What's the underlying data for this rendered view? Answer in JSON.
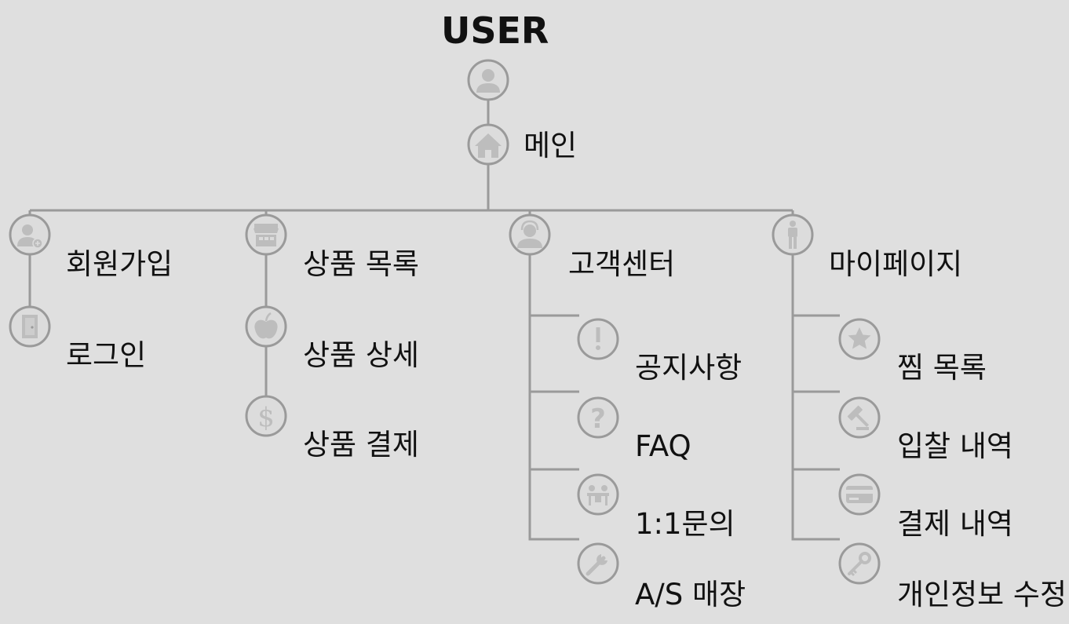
{
  "root": {
    "title": "USER",
    "icon": "user-icon"
  },
  "main": {
    "label": "메인",
    "icon": "home-icon"
  },
  "branches": [
    {
      "label": "회원가입",
      "icon": "user-add-icon",
      "children": [
        {
          "label": "로그인",
          "icon": "door-icon"
        }
      ]
    },
    {
      "label": "상품 목록",
      "icon": "store-icon",
      "children": [
        {
          "label": "상품 상세",
          "icon": "apple-icon"
        },
        {
          "label": "상품 결제",
          "icon": "dollar-icon"
        }
      ]
    },
    {
      "label": "고객센터",
      "icon": "support-agent-icon",
      "children": [
        {
          "label": "공지사항",
          "icon": "exclamation-icon"
        },
        {
          "label": "FAQ",
          "icon": "question-icon"
        },
        {
          "label": "1:1문의",
          "icon": "meeting-icon"
        },
        {
          "label": "A/S 매장",
          "icon": "wrench-icon"
        }
      ]
    },
    {
      "label": "마이페이지",
      "icon": "person-icon",
      "children": [
        {
          "label": "찜 목록",
          "icon": "star-icon"
        },
        {
          "label": "입찰 내역",
          "icon": "gavel-icon"
        },
        {
          "label": "결제 내역",
          "icon": "credit-card-icon"
        },
        {
          "label": "개인정보 수정",
          "icon": "key-icon"
        }
      ]
    }
  ],
  "colors": {
    "line": "#9a9a9a",
    "icon_fill": "#dcdcdc",
    "icon_glyph": "#bdbdbd",
    "text": "#111111",
    "background": "#dfdfdf"
  }
}
